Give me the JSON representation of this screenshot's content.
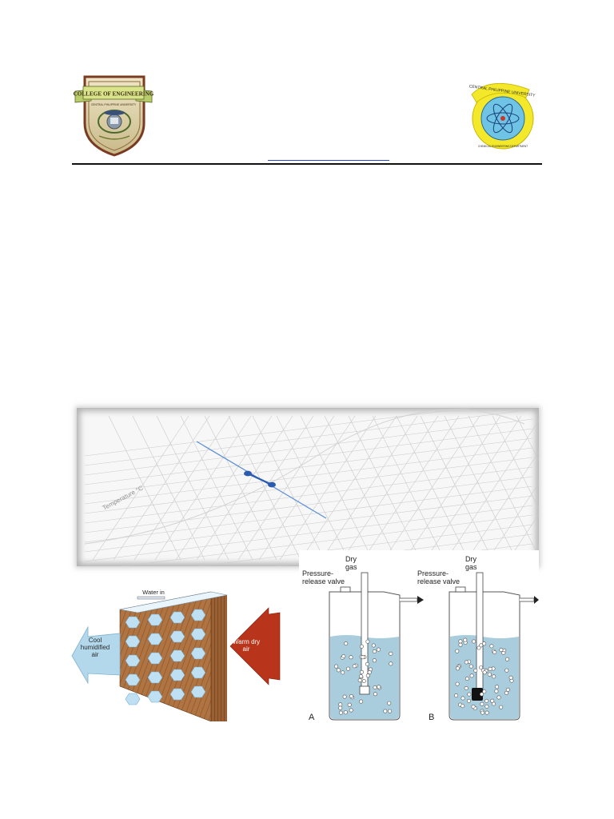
{
  "header": {
    "left_logo": {
      "icon": "college-of-engineering-shield-logo",
      "text": "COLLEGE OF ENGINEERING",
      "subtext": "CENTRAL PHILIPPINE UNIVERSITY"
    },
    "right_logo": {
      "icon": "chemical-engineering-department-seal",
      "text": "CENTRAL PHILIPPINE UNIVERSITY",
      "subtext": "CHEMICAL ENGINEERING DEPARTMENT"
    },
    "link_text": ""
  },
  "psychrometric_chart": {
    "axis_label": "Temperature °C"
  },
  "evaporative_pad": {
    "water_in": "Water in",
    "cool_air": "Cool humidified air",
    "warm_air": "Warm dry air"
  },
  "degassing": {
    "panel_a": {
      "letter": "A",
      "dry_gas": "Dry gas",
      "valve": "Pressure-release valve"
    },
    "panel_b": {
      "letter": "B",
      "dry_gas": "Dry gas",
      "valve": "Pressure-release valve"
    }
  },
  "colors": {
    "rule": "#111111",
    "link": "#2a47c9",
    "liquid": "#a9cddd",
    "cool_arrow": "#a8d1e8",
    "warm_arrow": "#b8341a",
    "pad_wood": "#a0653a"
  }
}
